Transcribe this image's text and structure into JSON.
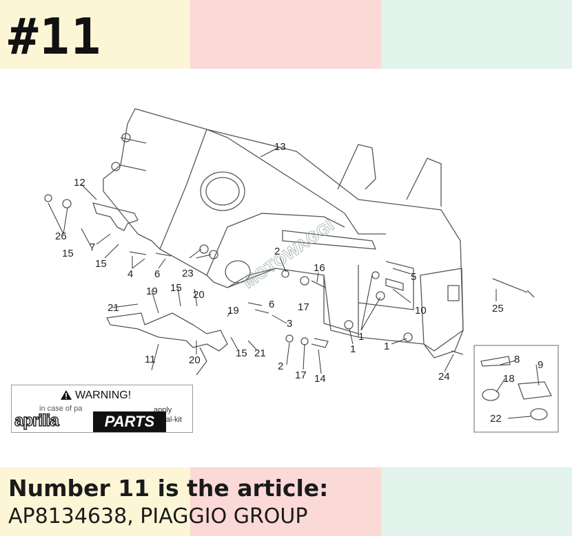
{
  "header": {
    "title": "#11"
  },
  "caption": {
    "line1": "Number 11 is the article:",
    "line2": "AP8134638, PIAGGIO GROUP"
  },
  "colors": {
    "band1": "#fdf6d6",
    "band2": "#fbd9d7",
    "band3": "#e2f3ec"
  },
  "warning": {
    "title": "WARNING!",
    "text_left": "in case of pa",
    "text_right1": "apply",
    "text_right2": "decal-kit",
    "logo_brand": "aprilia",
    "logo_parts": "PARTS"
  },
  "callouts": [
    {
      "id": "c13",
      "text": "13"
    },
    {
      "id": "c12",
      "text": "12"
    },
    {
      "id": "c26",
      "text": "26"
    },
    {
      "id": "c7",
      "text": "7"
    },
    {
      "id": "c15a",
      "text": "15"
    },
    {
      "id": "c15b",
      "text": "15"
    },
    {
      "id": "c4",
      "text": "4"
    },
    {
      "id": "c6a",
      "text": "6"
    },
    {
      "id": "c23",
      "text": "23"
    },
    {
      "id": "c2a",
      "text": "2"
    },
    {
      "id": "c16",
      "text": "16"
    },
    {
      "id": "c5",
      "text": "5"
    },
    {
      "id": "c17a",
      "text": "17"
    },
    {
      "id": "c6b",
      "text": "6"
    },
    {
      "id": "c19a",
      "text": "19"
    },
    {
      "id": "c15c",
      "text": "15"
    },
    {
      "id": "c20a",
      "text": "20"
    },
    {
      "id": "c21a",
      "text": "21"
    },
    {
      "id": "c19b",
      "text": "19"
    },
    {
      "id": "c3",
      "text": "3"
    },
    {
      "id": "c10",
      "text": "10"
    },
    {
      "id": "c25",
      "text": "25"
    },
    {
      "id": "c1a",
      "text": "1"
    },
    {
      "id": "c1b",
      "text": "1"
    },
    {
      "id": "c1c",
      "text": "1"
    },
    {
      "id": "c11",
      "text": "11"
    },
    {
      "id": "c20b",
      "text": "20"
    },
    {
      "id": "c15d",
      "text": "15"
    },
    {
      "id": "c21b",
      "text": "21"
    },
    {
      "id": "c2b",
      "text": "2"
    },
    {
      "id": "c17b",
      "text": "17"
    },
    {
      "id": "c14",
      "text": "14"
    },
    {
      "id": "c24",
      "text": "24"
    },
    {
      "id": "c8",
      "text": "8"
    },
    {
      "id": "c9",
      "text": "9"
    },
    {
      "id": "c18",
      "text": "18"
    },
    {
      "id": "c22",
      "text": "22"
    }
  ]
}
